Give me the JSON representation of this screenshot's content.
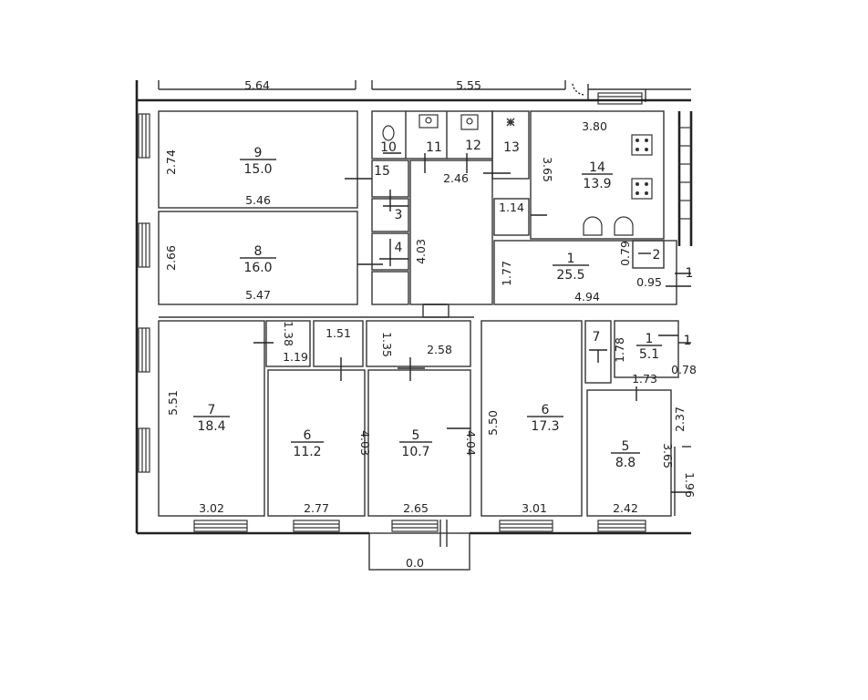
{
  "rooms": {
    "r9": {
      "number": "9",
      "area": "15.0"
    },
    "r8": {
      "number": "8",
      "area": "16.0"
    },
    "r10": {
      "number": "10"
    },
    "r11": {
      "number": "11"
    },
    "r12": {
      "number": "12"
    },
    "r13": {
      "number": "13"
    },
    "r14": {
      "number": "14",
      "area": "13.9"
    },
    "r15": {
      "number": "15"
    },
    "r3": {
      "number": "3"
    },
    "r4": {
      "number": "4"
    },
    "r1": {
      "number": "1",
      "area": "25.5"
    },
    "r2": {
      "number": "2"
    },
    "r7": {
      "number": "7",
      "area": "18.4"
    },
    "r6a": {
      "number": "6",
      "area": "11.2"
    },
    "r5a": {
      "number": "5",
      "area": "10.7"
    },
    "r6b": {
      "number": "6",
      "area": "17.3"
    },
    "r7b": {
      "number": "7"
    },
    "r1b": {
      "number": "1",
      "area": "5.1"
    },
    "r5b": {
      "number": "5",
      "area": "8.8"
    },
    "r1c": {
      "number": "1"
    },
    "r1d": {
      "number": "1"
    }
  },
  "dims": {
    "top_left": "5.64",
    "top_mid": "5.55",
    "d274": "2.74",
    "d546": "5.46",
    "d266": "2.66",
    "d547": "5.47",
    "d246": "2.46",
    "d403": "4.03",
    "d380": "3.80",
    "d365": "3.65",
    "d114": "1.14",
    "d177": "1.77",
    "d494": "4.94",
    "d079": "0.79",
    "d095": "0.95",
    "d138": "1.38",
    "d119": "1.19",
    "d151": "1.51",
    "d135": "1.35",
    "d258": "2.58",
    "d551": "5.51",
    "d302": "3.02",
    "d403b": "4.03",
    "d277": "2.77",
    "d404": "4.04",
    "d265": "2.65",
    "d550": "5.50",
    "d301": "3.01",
    "d178": "1.78",
    "d173": "1.73",
    "d078": "0.78",
    "d237": "2.37",
    "d365b": "3.65",
    "d242": "2.42",
    "d196": "1.96",
    "d00": "0.0"
  }
}
